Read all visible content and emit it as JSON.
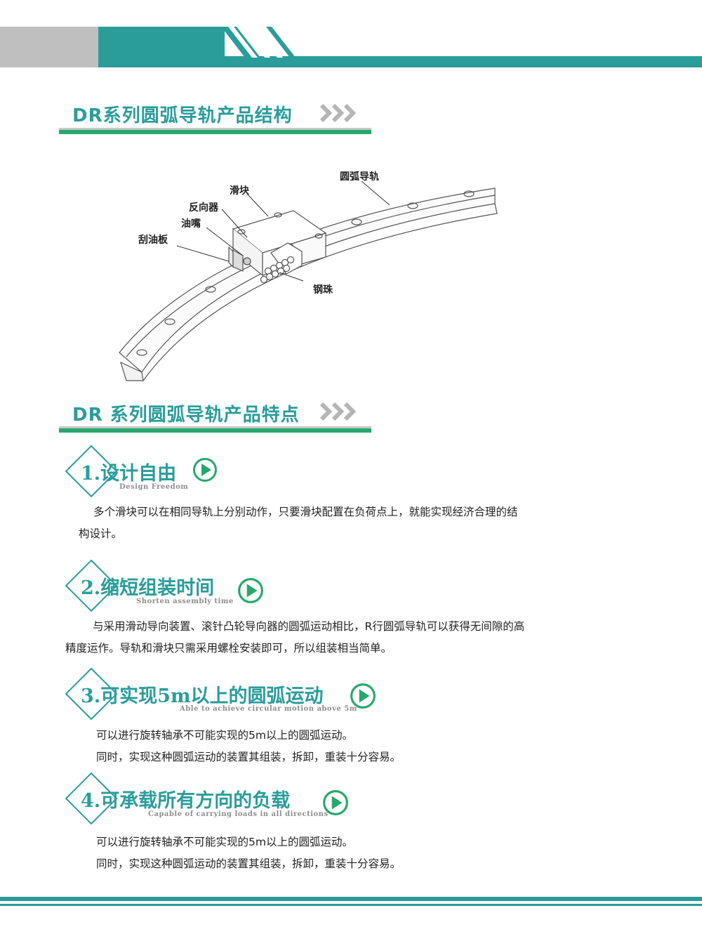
{
  "section1": {
    "title": "DR系列圆弧导轨产品结构"
  },
  "diagram": {
    "labels": {
      "rail": "圆弧导轨",
      "slider": "滑块",
      "reverser": "反向器",
      "grease_nipple": "油嘴",
      "wiper": "刮油板",
      "ball": "钢珠"
    }
  },
  "section2": {
    "title": "DR 系列圆弧导轨产品特点"
  },
  "features": [
    {
      "title": "1.设计自由",
      "subtitle": "Design Freedom",
      "lines": [
        "多个滑块可以在相同导轨上分别动作，只要滑块配置在负荷点上，就能实现经济合理的结",
        "构设计。"
      ]
    },
    {
      "title": "2.缩短组装时间",
      "subtitle": "Shorten assembly time",
      "lines": [
        "与采用滑动导向装置、滚针凸轮导向器的圆弧运动相比，R行圆弧导轨可以获得无间隙的高",
        "精度运作。导轨和滑块只需采用螺栓安装即可，所以组装相当简单。"
      ]
    },
    {
      "title": "3.可实现5m以上的圆弧运动",
      "subtitle": "Able to achieve circular motion above 5m",
      "lines": [
        "可以进行旋转轴承不可能实现的5m以上的圆弧运动。",
        "同时，实现这种圆弧运动的装置其组装，拆卸，重装十分容易。"
      ]
    },
    {
      "title": "4.可承载所有方向的负载",
      "subtitle": "Capable of carrying loads in all directions",
      "lines": [
        "可以进行旋转轴承不可能实现的5m以上的圆弧运动。",
        "同时，实现这种圆弧运动的装置其组装，拆卸，重装十分容易。"
      ]
    }
  ],
  "colors": {
    "teal": "#2a9d9a",
    "green": "#27a86b",
    "gray": "#bfbfbf"
  }
}
